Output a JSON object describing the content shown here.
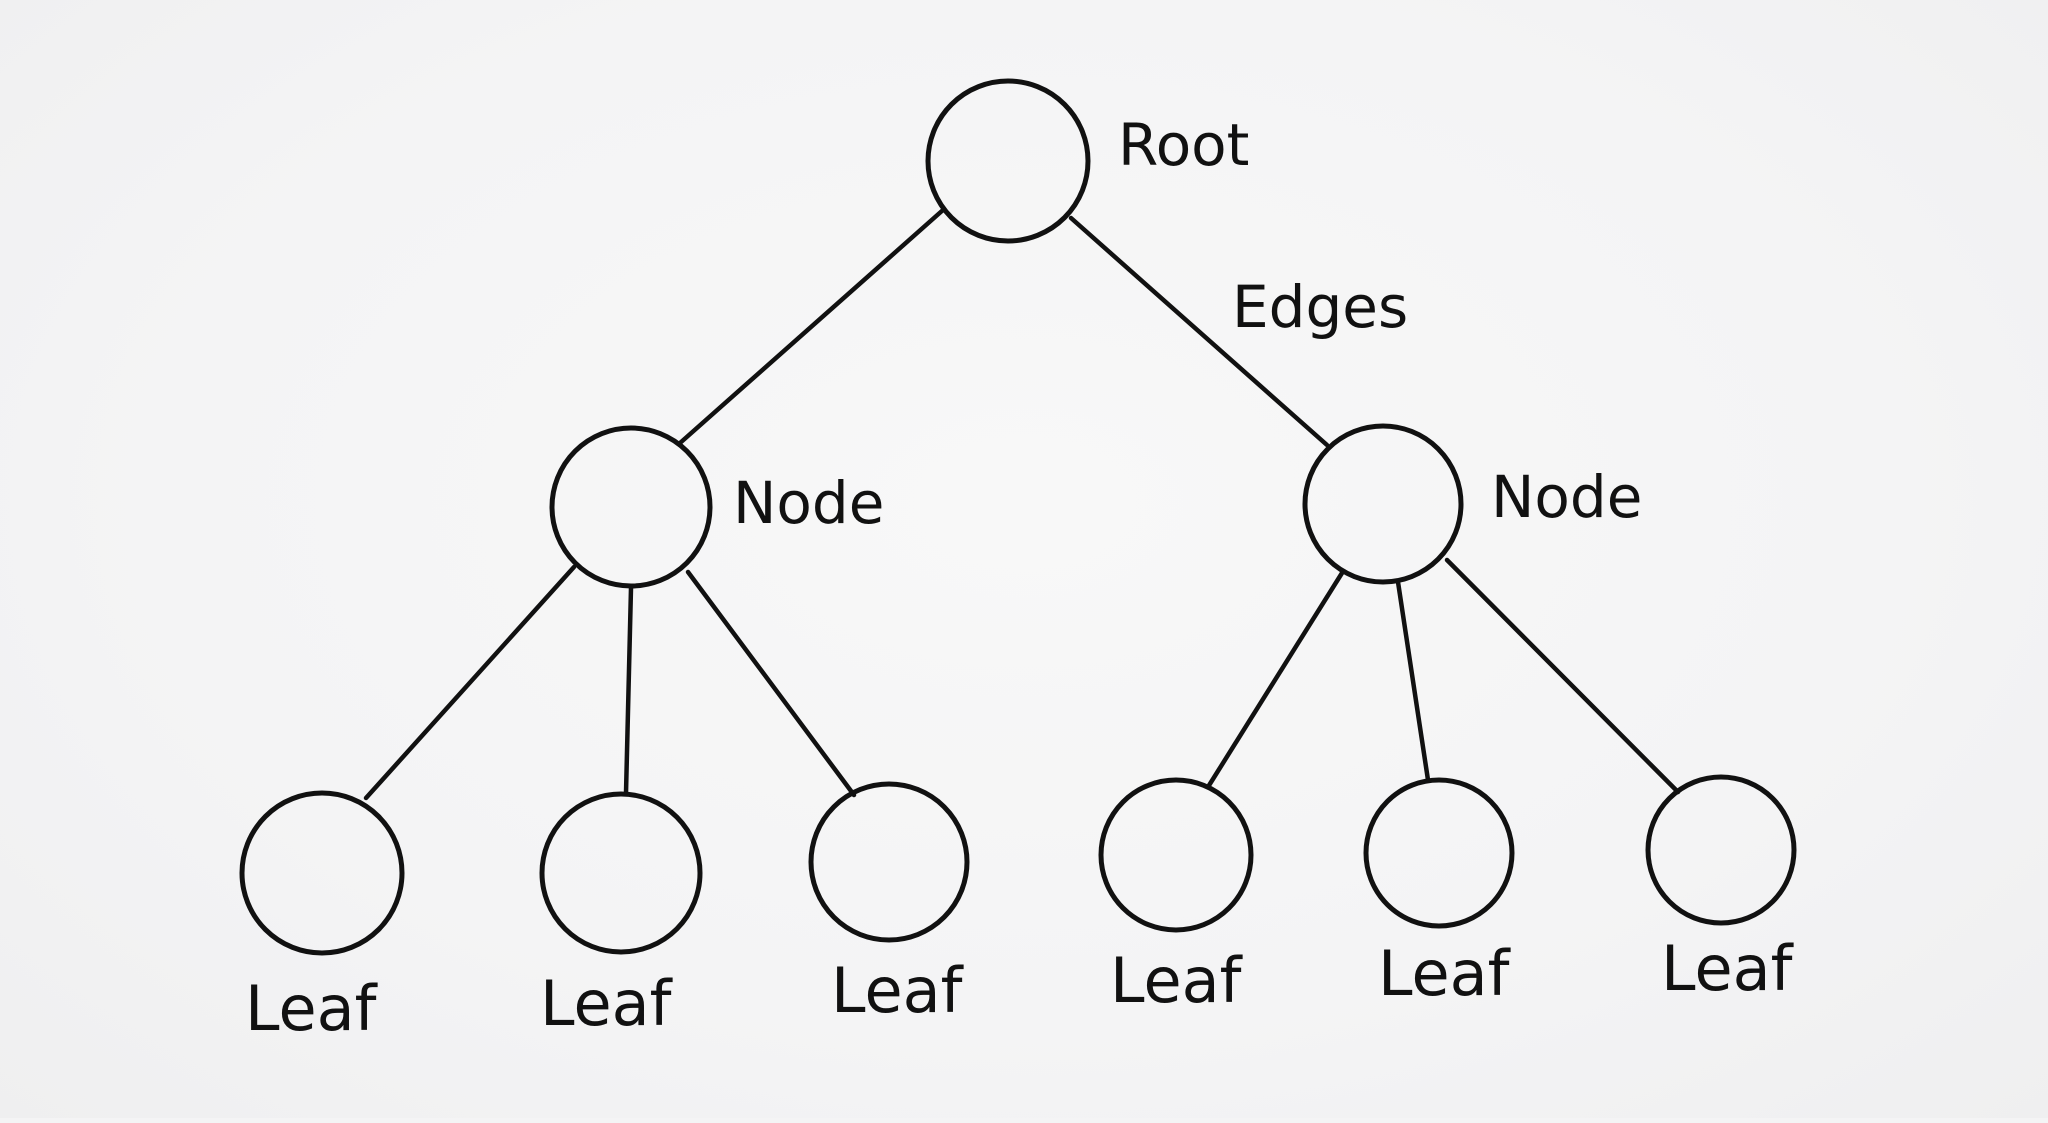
{
  "diagram": {
    "type": "tree",
    "colors": {
      "ink": "#111111",
      "background": "#f4f4f5"
    },
    "annotations": [
      {
        "id": "edges-label",
        "text": "Edges",
        "refers_to": "edge-root-n2"
      }
    ],
    "nodes": [
      {
        "id": "root",
        "label": "Root",
        "kind": "root"
      },
      {
        "id": "n1",
        "label": "Node",
        "kind": "internal"
      },
      {
        "id": "n2",
        "label": "Node",
        "kind": "internal"
      },
      {
        "id": "l1",
        "label": "Leaf",
        "kind": "leaf"
      },
      {
        "id": "l2",
        "label": "Leaf",
        "kind": "leaf"
      },
      {
        "id": "l3",
        "label": "Leaf",
        "kind": "leaf"
      },
      {
        "id": "l4",
        "label": "Leaf",
        "kind": "leaf"
      },
      {
        "id": "l5",
        "label": "Leaf",
        "kind": "leaf"
      },
      {
        "id": "l6",
        "label": "Leaf",
        "kind": "leaf"
      }
    ],
    "edges": [
      {
        "id": "edge-root-n1",
        "from": "root",
        "to": "n1"
      },
      {
        "id": "edge-root-n2",
        "from": "root",
        "to": "n2"
      },
      {
        "id": "edge-n1-l1",
        "from": "n1",
        "to": "l1"
      },
      {
        "id": "edge-n1-l2",
        "from": "n1",
        "to": "l2"
      },
      {
        "id": "edge-n1-l3",
        "from": "n1",
        "to": "l3"
      },
      {
        "id": "edge-n2-l4",
        "from": "n2",
        "to": "l4"
      },
      {
        "id": "edge-n2-l5",
        "from": "n2",
        "to": "l5"
      },
      {
        "id": "edge-n2-l6",
        "from": "n2",
        "to": "l6"
      }
    ]
  }
}
